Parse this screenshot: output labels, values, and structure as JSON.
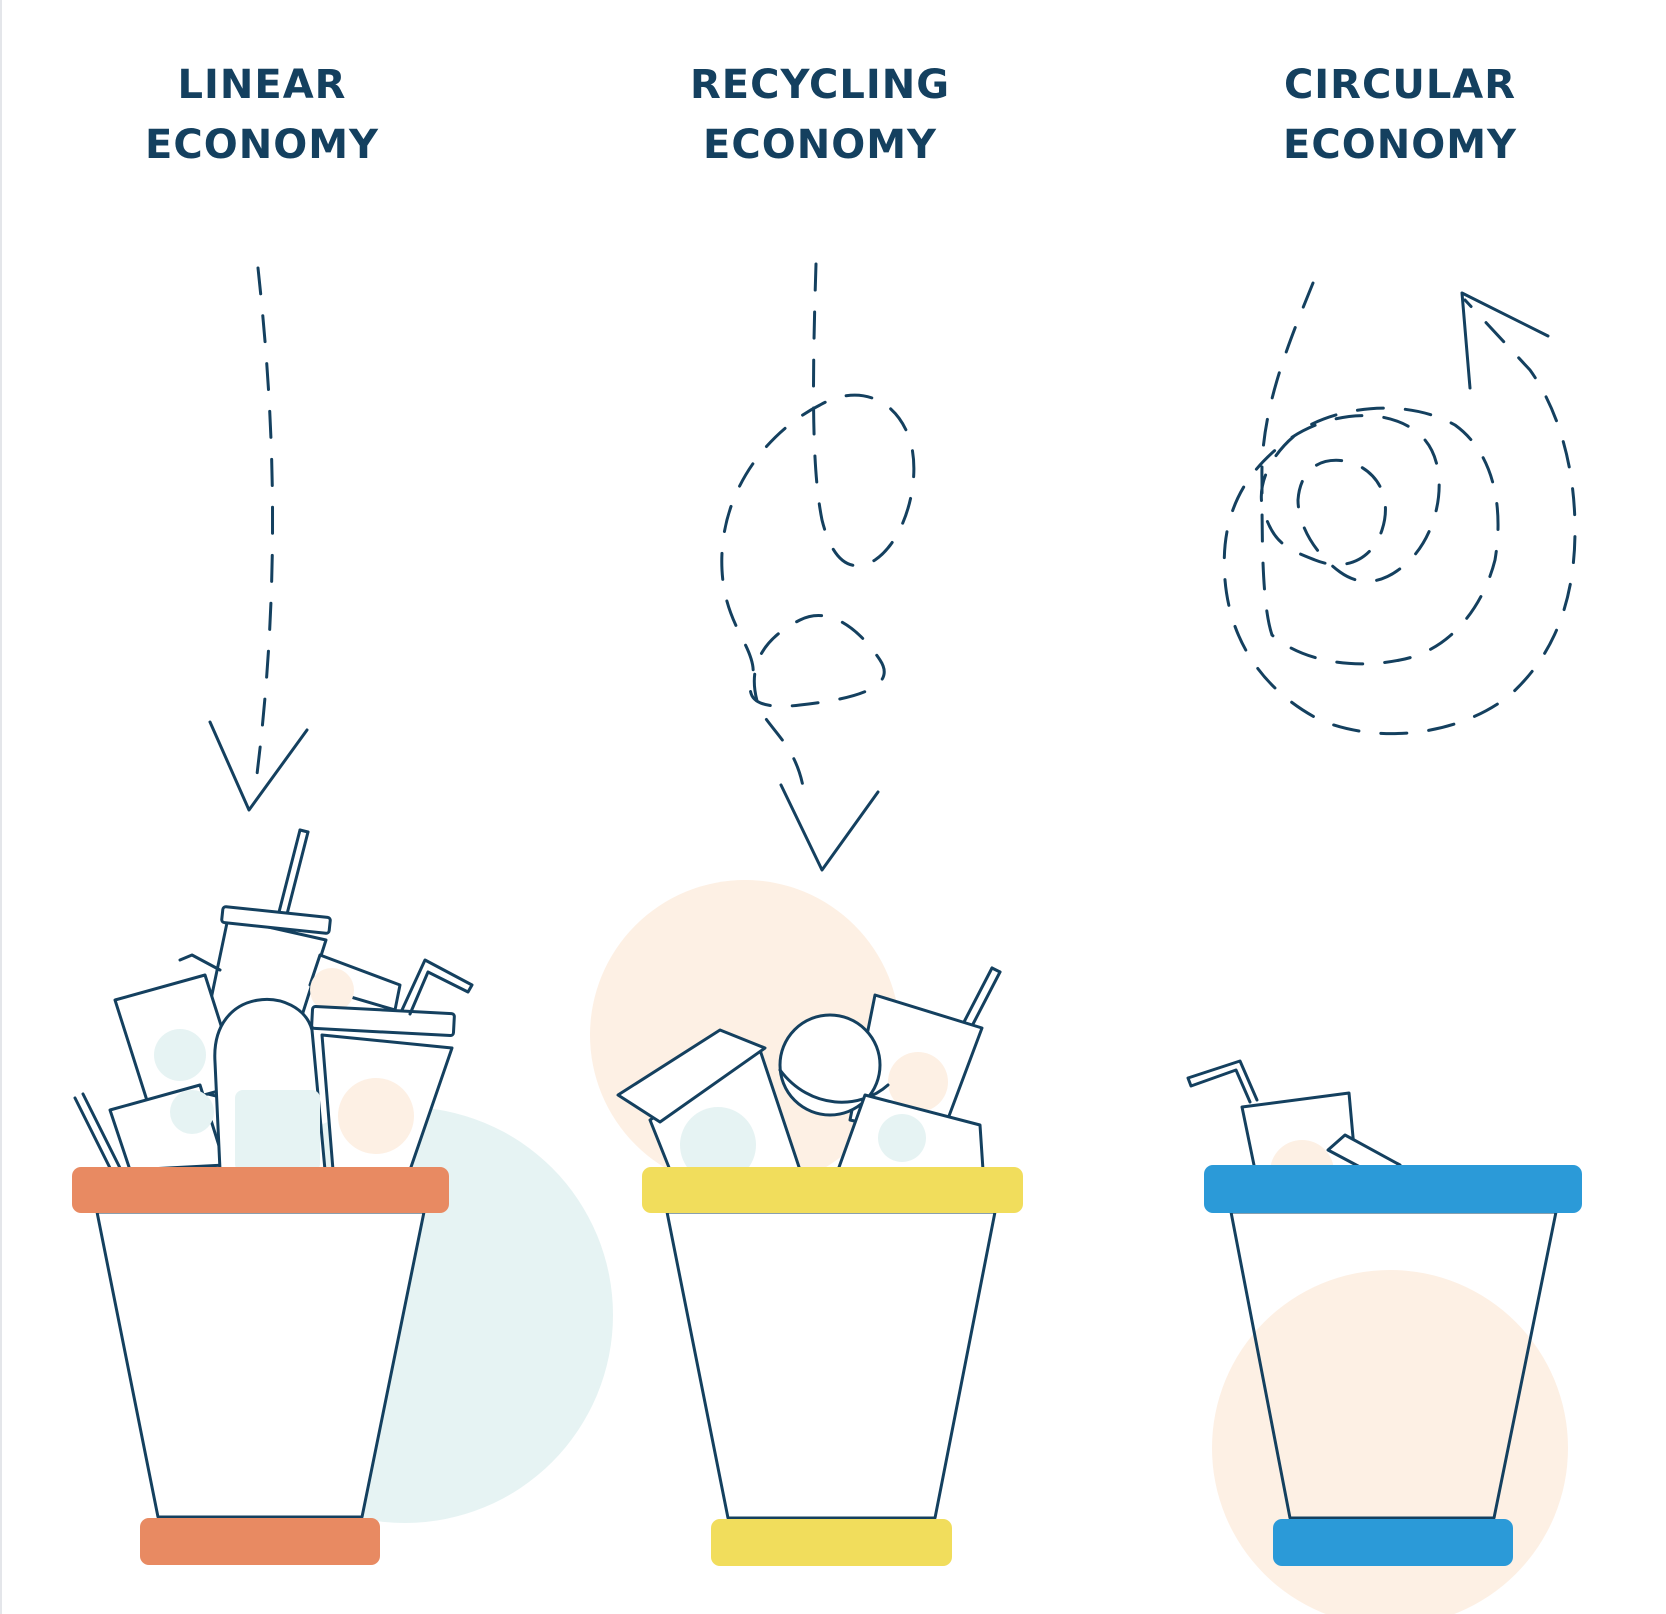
{
  "headings": {
    "linear": {
      "line1": "LINEAR",
      "line2": "ECONOMY"
    },
    "recycling": {
      "line1": "RECYCLING",
      "line2": "ECONOMY"
    },
    "circular": {
      "line1": "CIRCULAR",
      "line2": "ECONOMY"
    }
  },
  "colors": {
    "ink": "#14405f",
    "linear_bin": "#e88a62",
    "recycling_bin": "#f1dd5c",
    "circular_bin": "#2b9ad8",
    "tint_blue": "#e6f3f3",
    "tint_peach": "#fdf0e4"
  }
}
